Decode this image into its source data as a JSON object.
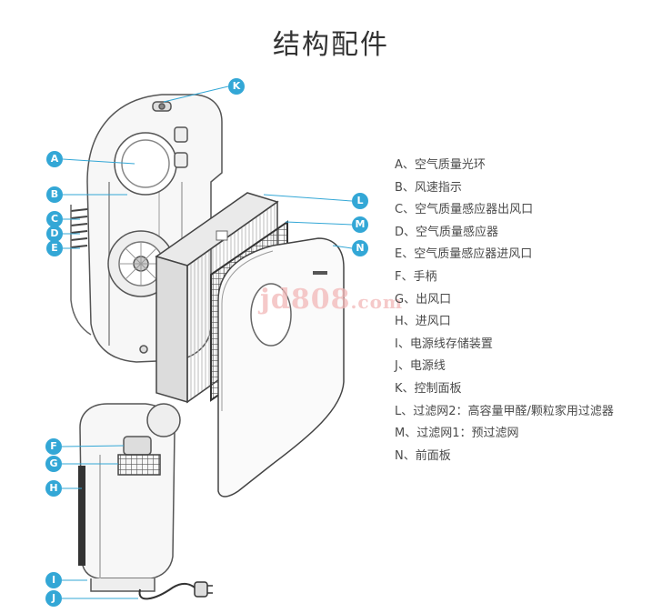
{
  "title": "结构配件",
  "watermark": {
    "main": "jd808",
    "suffix": ".com"
  },
  "accent_color": "#33a7d6",
  "callouts": {
    "A": "A",
    "B": "B",
    "C": "C",
    "D": "D",
    "E": "E",
    "F": "F",
    "G": "G",
    "H": "H",
    "I": "I",
    "J": "J",
    "K": "K",
    "L": "L",
    "M": "M",
    "N": "N"
  },
  "legend": [
    "A、空气质量光环",
    "B、风速指示",
    "C、空气质量感应器出风口",
    "D、空气质量感应器",
    "E、空气质量感应器进风口",
    "F、手柄",
    "G、出风口",
    "H、进风口",
    "I、电源线存储装置",
    "J、电源线",
    "K、控制面板",
    "L、过滤网2：高容量甲醛/颗粒家用过滤器",
    "M、过滤网1：预过滤网",
    "N、前面板"
  ]
}
